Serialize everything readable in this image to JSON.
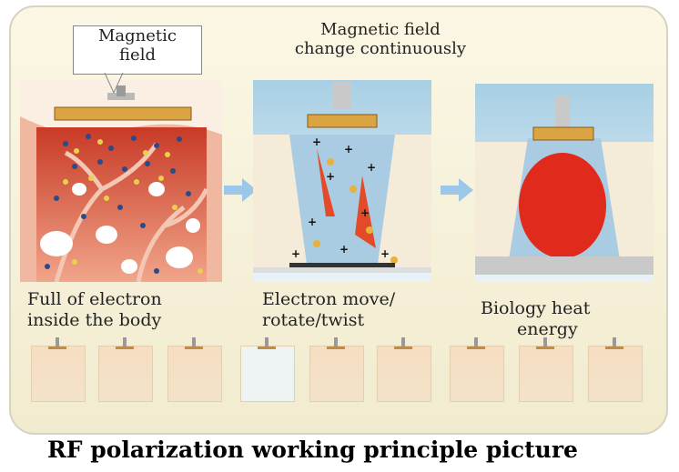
{
  "header_labels": {
    "magnetic_field_1": "Magnetic",
    "magnetic_field_2": "field",
    "change_1": "Magnetic field",
    "change_2": "change continuously"
  },
  "captions": {
    "p1_l1": "Full of electron",
    "p1_l2": "inside the body",
    "p2_l1": "Electron move/",
    "p2_l2": "rotate/twist",
    "p3_l1": "Biology heat",
    "p3_l2": "energy"
  },
  "title": "RF polarization working principle picture",
  "colors": {
    "tissue": "#d9543a",
    "heat": "#e02a1c",
    "field_blue": "#a9cce3",
    "arrow": "#9cc7e8",
    "electrode": "#d9a441"
  },
  "icons": [
    "right-arrow-icon",
    "electron-plus-icon",
    "electron-minus-icon"
  ]
}
